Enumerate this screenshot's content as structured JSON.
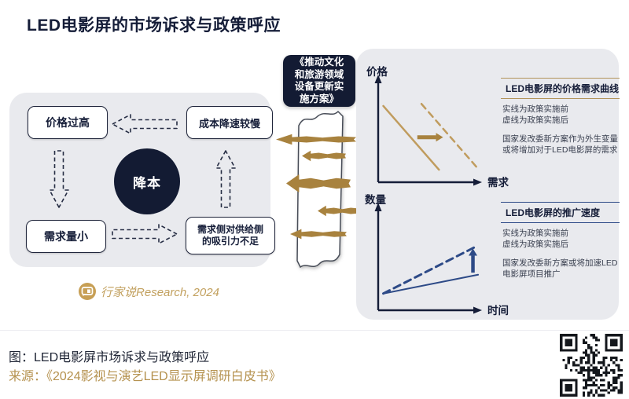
{
  "title": "LED电影屏的市场诉求与政策呼应",
  "flow": {
    "box_price_high": "价格过高",
    "box_cost_slow": "成本降速较慢",
    "box_demand_small": "需求量小",
    "box_attraction_line1": "需求侧对供给侧",
    "box_attraction_line2": "的吸引力不足",
    "circle": "降本"
  },
  "policy": {
    "full": "《推动文化和旅游领域设备更新实施方案》",
    "lines": [
      "《推动文化",
      "和旅游领域",
      "设备更新实",
      "施方案》"
    ]
  },
  "watermark": {
    "brand": "行家说",
    "rest": "Research, 2024"
  },
  "panels": [
    {
      "heading": "LED电影屏的价格需求曲线",
      "accent": "#b2935a",
      "lines": [
        "实线为政策实施前",
        "虚线为政策实施后"
      ],
      "para": [
        "国家发改委新方案作为外生变量",
        "或将增加对于LED电影屏的需求"
      ]
    },
    {
      "heading": "LED电影屏的推广速度",
      "accent": "#2d4a87",
      "lines": [
        "实线为政策实施前",
        "虚线为政策实施后"
      ],
      "para": [
        "国家发改委新方案或将加速LED",
        "电影屏项目推广"
      ]
    }
  ],
  "chart_data": [
    {
      "type": "line",
      "title": "LED电影屏的价格需求曲线",
      "ylabel": "价格",
      "xlabel": "需求",
      "grid": false,
      "series": [
        {
          "name": "实线为政策实施前",
          "dash": false,
          "color": "#c09c5e",
          "width": 2.5,
          "points": [
            [
              5,
              73
            ],
            [
              59,
              12
            ]
          ]
        },
        {
          "name": "虚线为政策实施后",
          "dash": true,
          "dash_pattern": "8 6",
          "color": "#c09c5e",
          "width": 2.5,
          "points": [
            [
              42,
              75
            ],
            [
              96,
              14
            ]
          ]
        }
      ],
      "shift_arrow": {
        "dir": "right",
        "from": [
          38,
          43
        ],
        "to": [
          63,
          43
        ],
        "color": "#a8823e",
        "width": 5
      }
    },
    {
      "type": "line",
      "title": "LED电影屏的推广速度",
      "ylabel": "数量",
      "xlabel": "时间",
      "grid": false,
      "series": [
        {
          "name": "实线为政策实施前",
          "dash": false,
          "color": "#2d4a87",
          "width": 2,
          "points": [
            [
              5,
              16
            ],
            [
              97,
              34
            ]
          ]
        },
        {
          "name": "虚线为政策实施后",
          "dash": true,
          "dash_pattern": "9 6",
          "color": "#2d4a87",
          "width": 3,
          "points": [
            [
              5,
              16
            ],
            [
              95,
              61
            ]
          ]
        }
      ],
      "shift_arrow": {
        "dir": "up",
        "from": [
          92,
          36
        ],
        "to": [
          92,
          59
        ],
        "color": "#2d4a87",
        "width": 4.5
      }
    }
  ],
  "footer": {
    "caption": "图：LED电影屏市场诉求与政策呼应",
    "source": "来源：《2024影视与演艺LED显示屏调研白皮书》"
  }
}
